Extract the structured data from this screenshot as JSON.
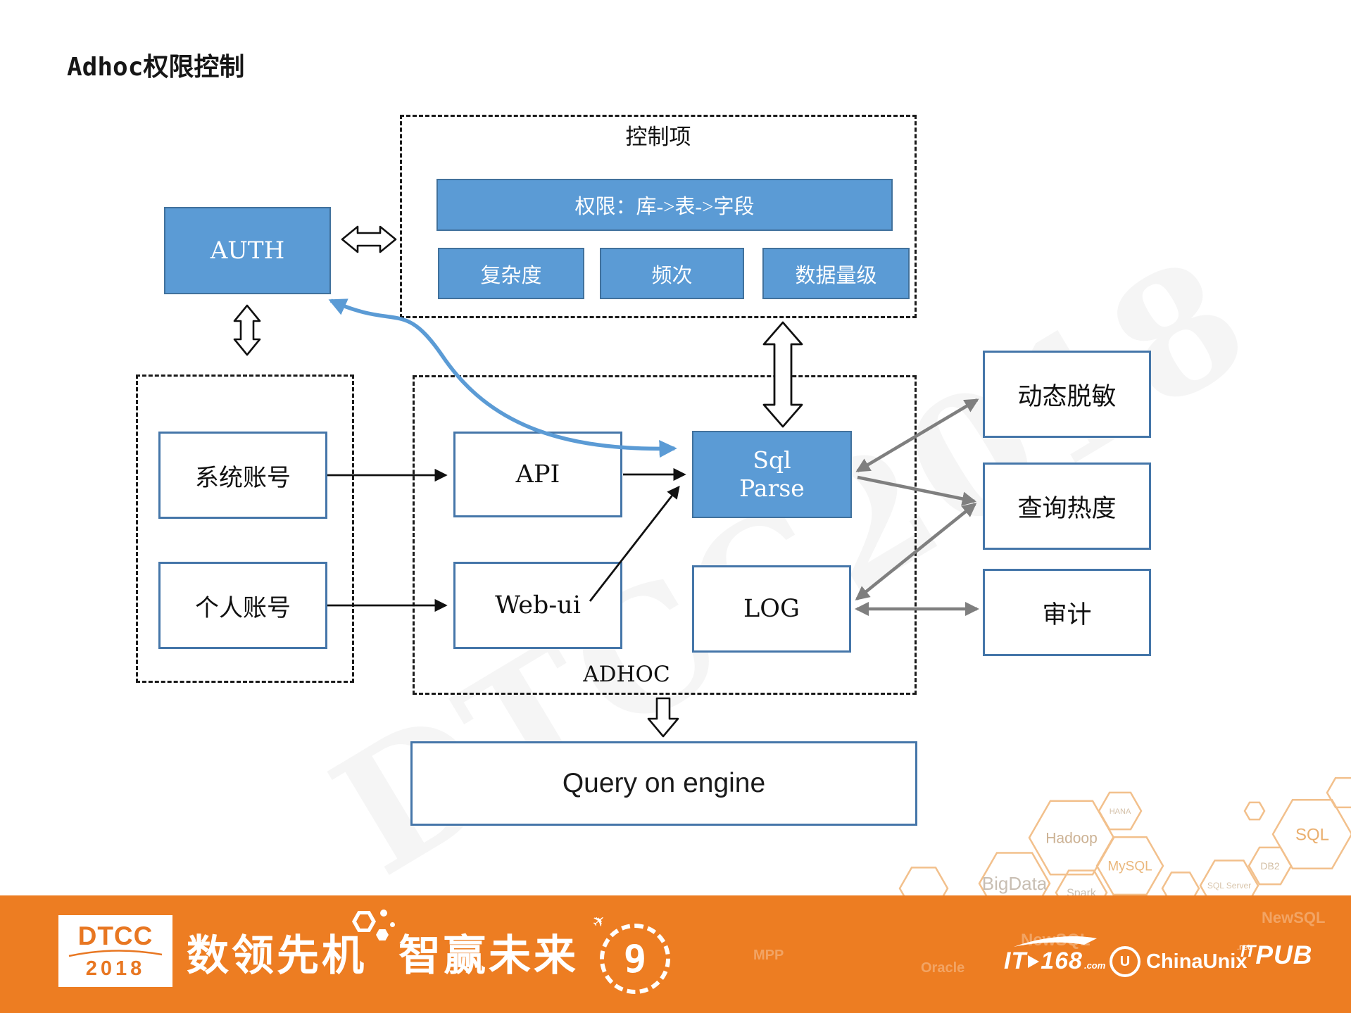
{
  "title": "Adhoc权限控制",
  "auth": {
    "label": "AUTH"
  },
  "control": {
    "label": "控制项",
    "permission": "权限：库->表->字段",
    "metrics": [
      "复杂度",
      "频次",
      "数据量级"
    ]
  },
  "accounts": {
    "system": "系统账号",
    "personal": "个人账号"
  },
  "adhoc": {
    "label": "ADHOC",
    "api": "API",
    "webui": "Web-ui",
    "sql_parse_line1": "Sql",
    "sql_parse_line2": "Parse",
    "log": "LOG"
  },
  "outputs": {
    "masking": "动态脱敏",
    "query_heat": "查询热度",
    "audit": "审计"
  },
  "engine": {
    "label": "Query on engine"
  },
  "watermark": "DTCC2018",
  "hexagon_labels": [
    "BigData",
    "Hadoop",
    "HANA",
    "MySQL",
    "Spark",
    "SQL Server",
    "DB2",
    "SQL"
  ],
  "band_watermarks": [
    "MPP",
    "Oracle",
    "NewSQL",
    "NewSQL"
  ],
  "footer": {
    "dtcc": "DTCC",
    "year": "2018",
    "slogan_left": "数领先机",
    "slogan_right": "智赢未来",
    "badge": "9",
    "plane_icon": "✈",
    "it168_it": "IT",
    "it168_num": "168",
    "it168_domain": ".com",
    "chinaunix_u": "U",
    "chinaunix": "ChinaUnix",
    "chinaunix_sup": ".net",
    "itpub_it": "IT",
    "itpub_pub": "PUB"
  },
  "colors": {
    "accent_blue": "#5b9bd5",
    "box_border_blue": "#41719c",
    "white_box_border": "#4576a9",
    "banner_orange": "#ed7d22",
    "arrow_gray": "#7f7f7f",
    "hex_outline": "#f2c08c"
  }
}
